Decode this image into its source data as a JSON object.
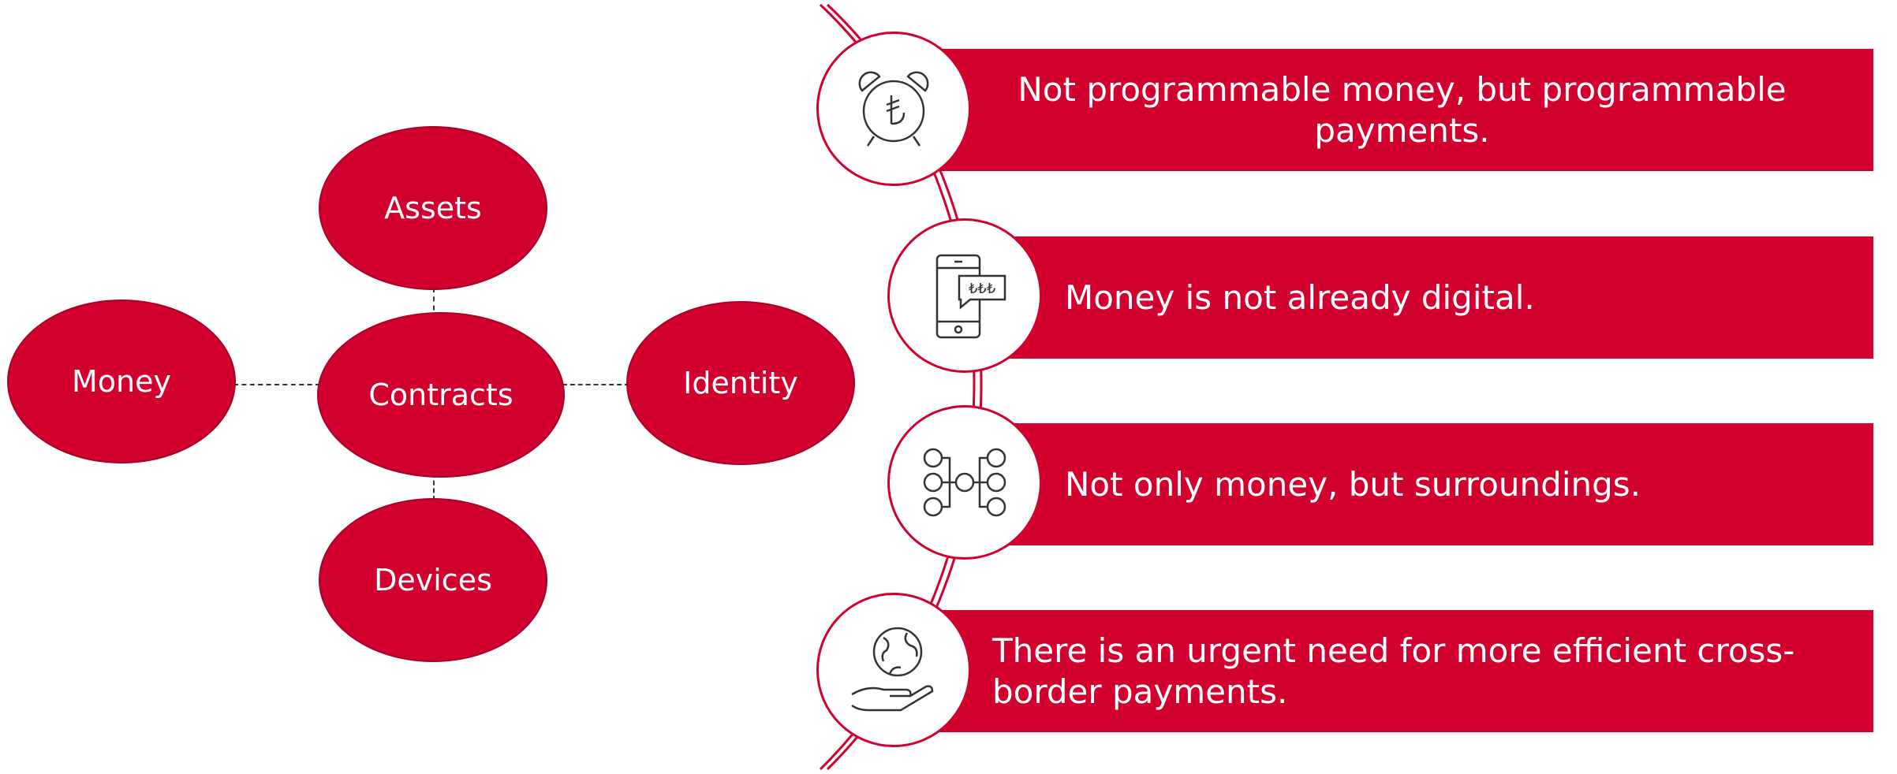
{
  "diagram": {
    "center": "Contracts",
    "top": "Assets",
    "left": "Money",
    "right": "Identity",
    "bottom": "Devices"
  },
  "points": [
    {
      "icon": "alarm-clock-lira-icon",
      "text": "Not programmable money, but programmable payments."
    },
    {
      "icon": "smartphone-lira-chat-icon",
      "text": "Money is not already digital."
    },
    {
      "icon": "network-nodes-icon",
      "text": "Not only money, but surroundings."
    },
    {
      "icon": "hand-holding-globe-icon",
      "text": "There is an urgent need for more efficient cross-border payments."
    }
  ],
  "colors": {
    "accent": "#d1002f",
    "outline": "#a80026",
    "icon_stroke": "#333333"
  }
}
